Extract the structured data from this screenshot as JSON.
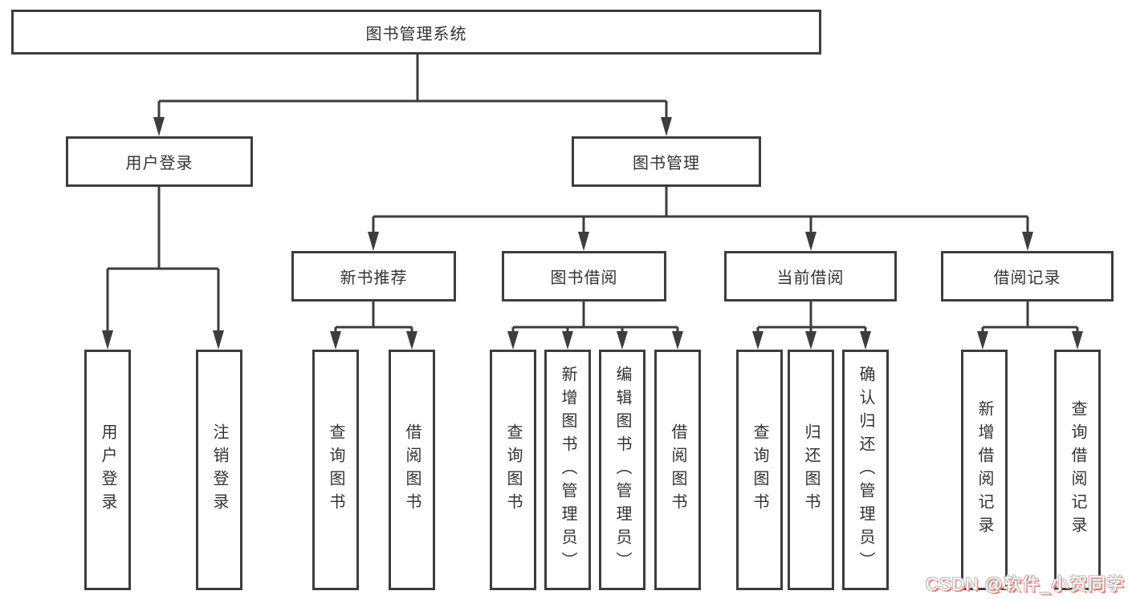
{
  "diagram": {
    "root": {
      "label": "图书管理系统"
    },
    "level2": [
      {
        "label": "用户登录"
      },
      {
        "label": "图书管理"
      }
    ],
    "level3": [
      {
        "label": "新书推荐"
      },
      {
        "label": "图书借阅"
      },
      {
        "label": "当前借阅"
      },
      {
        "label": "借阅记录"
      }
    ],
    "leaves": [
      {
        "label": "用户登录"
      },
      {
        "label": "注销登录"
      },
      {
        "label": "查询图书"
      },
      {
        "label": "借阅图书"
      },
      {
        "label": "查询图书"
      },
      {
        "label": "新增图书（管理员）"
      },
      {
        "label": "编辑图书（管理员）"
      },
      {
        "label": "借阅图书"
      },
      {
        "label": "查询图书"
      },
      {
        "label": "归还图书"
      },
      {
        "label": "确认归还（管理员）"
      },
      {
        "label": "新增借阅记录"
      },
      {
        "label": "查询借阅记录"
      }
    ]
  },
  "watermark": {
    "text": "CSDN @软件_小贺同学"
  },
  "colors": {
    "line": "#3d3d3d",
    "text": "#333333",
    "background": "#ffffff",
    "watermark_text": "#ffffff",
    "watermark_shadow": "#fc5531"
  }
}
